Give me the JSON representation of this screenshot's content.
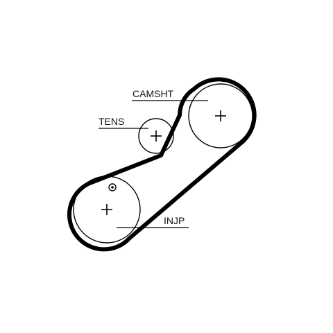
{
  "diagram": {
    "title": "",
    "colors": {
      "belt": "#000000",
      "pulley": "#000000",
      "text": "#111111",
      "background": "#ffffff"
    },
    "labels": {
      "camshaft": "CAMSHT",
      "tensioner": "TENS",
      "injection_pump": "INJP"
    },
    "components": [
      {
        "id": "camshaft-pulley",
        "label_key": "camshaft",
        "icon": "center-cross-icon"
      },
      {
        "id": "tensioner-pulley",
        "label_key": "tensioner",
        "icon": "center-cross-icon"
      },
      {
        "id": "injection-pump-pulley",
        "label_key": "injection_pump",
        "icon": "center-cross-icon"
      },
      {
        "id": "timing-mark",
        "icon": "timing-mark-icon"
      }
    ]
  }
}
